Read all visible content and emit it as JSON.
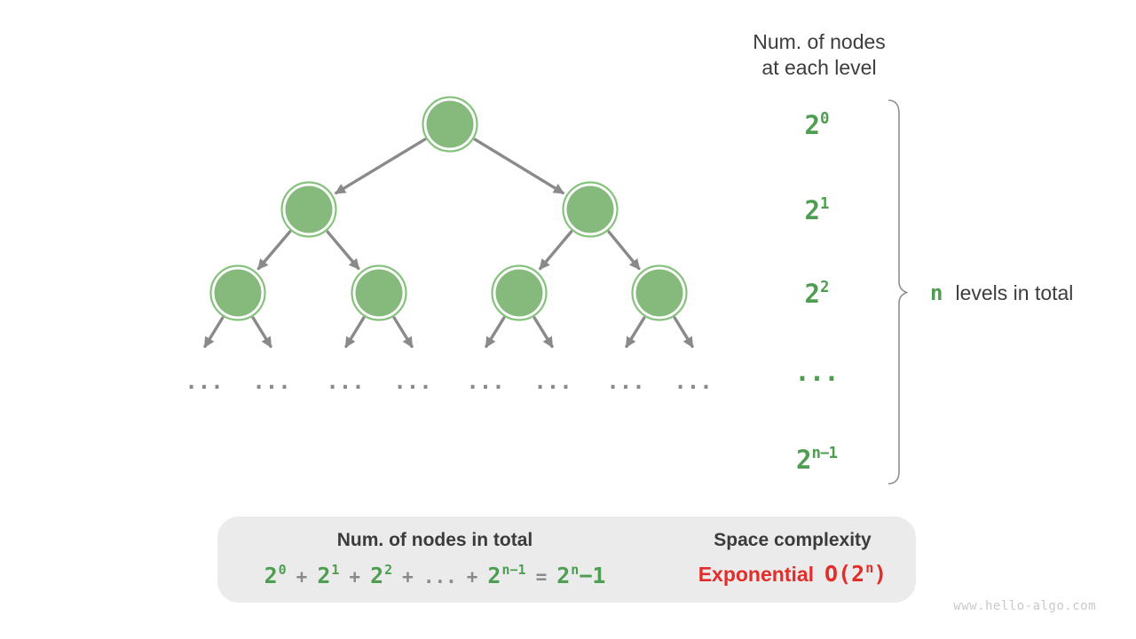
{
  "title": {
    "line1": "Num. of nodes",
    "line2": "at each level"
  },
  "levels_column": {
    "labels": [
      {
        "base": "2",
        "sup": "0"
      },
      {
        "base": "2",
        "sup": "1"
      },
      {
        "base": "2",
        "sup": "2"
      },
      {
        "base": "...",
        "sup": ""
      },
      {
        "base": "2",
        "sup": "n−1"
      }
    ]
  },
  "brace_label": {
    "n": "n",
    "rest": "levels in total"
  },
  "tree": {
    "ellipsis": "..."
  },
  "summary_box": {
    "left_title": "Num. of nodes in total",
    "formula": [
      {
        "base": "2",
        "sup": "0"
      },
      {
        "op": "+"
      },
      {
        "base": "2",
        "sup": "1"
      },
      {
        "op": "+"
      },
      {
        "base": "2",
        "sup": "2"
      },
      {
        "op": "+"
      },
      {
        "op": "..."
      },
      {
        "op": "+"
      },
      {
        "base": "2",
        "sup": "n−1"
      },
      {
        "op": "="
      },
      {
        "base": "2",
        "sup": "n",
        "tail": "−1"
      }
    ],
    "right_title": "Space complexity",
    "result_word": "Exponential",
    "result_big_o": {
      "base": "O(2",
      "sup": "n",
      "tail": ")"
    }
  },
  "watermark": "www.hello-algo.com",
  "colors": {
    "node_fill": "#85ba7c",
    "node_ring": "#86c27d",
    "edge_gray": "#8a8a8a",
    "text_dark": "#3d3d3d",
    "green": "#4d9e50",
    "red": "#e32d2a",
    "box_bg": "#ebebeb",
    "block_arrow": "#bdbdbd",
    "watermark_gray": "#c9c9c9"
  }
}
